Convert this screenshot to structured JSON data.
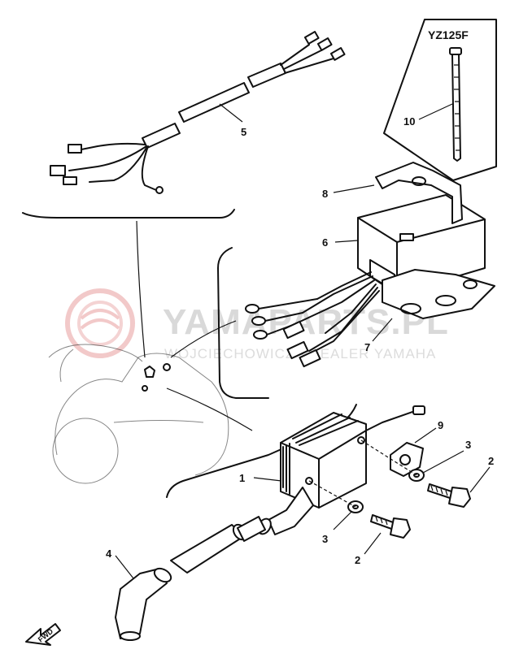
{
  "diagram": {
    "model_label": "YZ125F",
    "forward_marker": "FWD",
    "watermark": {
      "brand": "YAMAPARTS.PL",
      "dealer": "WOJCIECHOWICZ - DEALER YAMAHA"
    },
    "callouts": [
      "1",
      "2",
      "2",
      "3",
      "3",
      "4",
      "5",
      "6",
      "7",
      "8",
      "9",
      "10"
    ],
    "callout_labels": {
      "ignition_coil": "1",
      "bolt_right": "2",
      "bolt_left": "2",
      "washer_right": "3",
      "washer_left": "3",
      "spark_plug_cap": "4",
      "wire_harness": "5",
      "cdi_unit": "6",
      "cdi_bracket": "7",
      "cdi_band": "8",
      "coil_connector": "9",
      "cable_tie": "10"
    }
  }
}
